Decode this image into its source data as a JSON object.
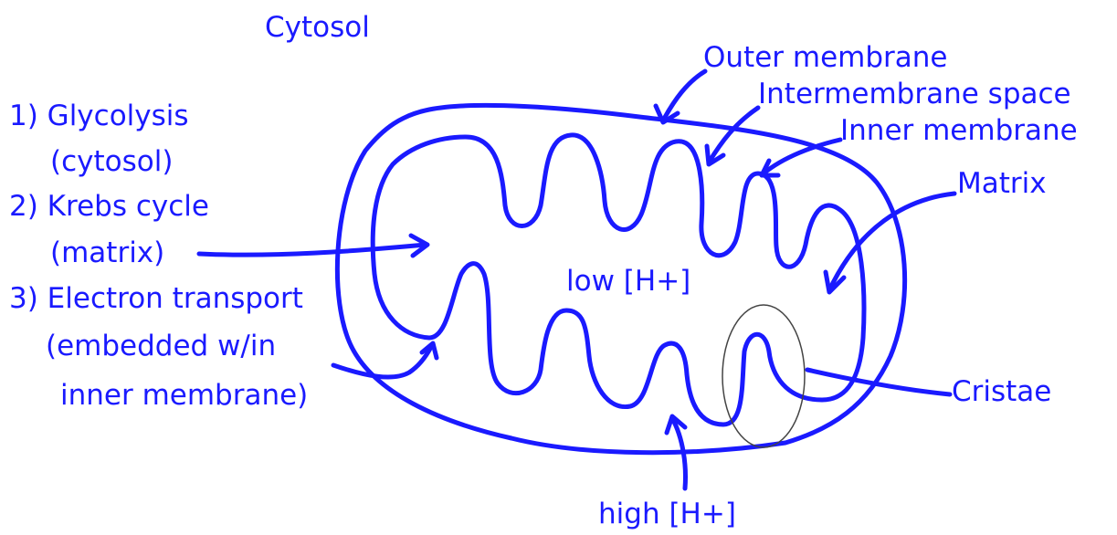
{
  "colors": {
    "ink": "#1a1aff",
    "highlight": "#444444",
    "background": "#ffffff"
  },
  "labels": {
    "cytosol": "Cytosol",
    "outer_membrane": "Outer membrane",
    "intermembrane_space": "Intermembrane space",
    "inner_membrane": "Inner membrane",
    "matrix": "Matrix",
    "low_h": "low [H+]",
    "high_h": "high [H+]",
    "cristae": "Cristae"
  },
  "steps": {
    "step1": "1) Glycolysis",
    "step1_loc": "(cytosol)",
    "step2": "2) Krebs cycle",
    "step2_loc": "(matrix)",
    "step3": "3) Electron transport",
    "step3_loc1": "(embedded w/in",
    "step3_loc2": "inner membrane)"
  }
}
